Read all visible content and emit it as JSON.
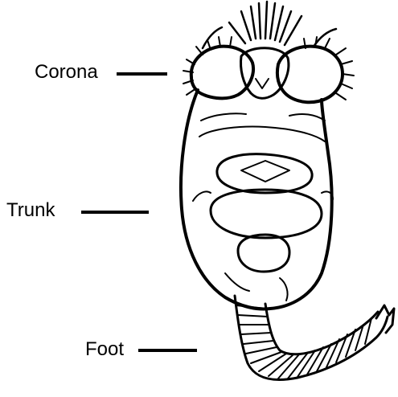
{
  "labels": {
    "corona": "Corona",
    "trunk": "Trunk",
    "foot": "Foot"
  },
  "colors": {
    "ink": "#000000",
    "background": "#ffffff"
  }
}
